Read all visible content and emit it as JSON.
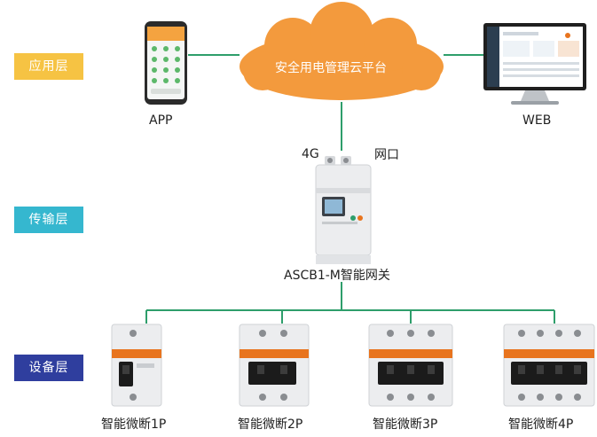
{
  "layers": {
    "application": {
      "label": "应用层",
      "color": "#F6C343"
    },
    "transmission": {
      "label": "传输层",
      "color": "#35B7CF"
    },
    "device": {
      "label": "设备层",
      "color": "#2F3E9E"
    }
  },
  "cloud": {
    "label": "安全用电管理云平台",
    "color": "#F39A3D"
  },
  "clients": {
    "app_label": "APP",
    "web_label": "WEB"
  },
  "gateway": {
    "label_4g": "4G",
    "label_port": "网口",
    "name": "ASCB1-M智能网关"
  },
  "breakers": [
    {
      "label": "智能微断1P",
      "poles": 1
    },
    {
      "label": "智能微断2P",
      "poles": 2
    },
    {
      "label": "智能微断3P",
      "poles": 3
    },
    {
      "label": "智能微断4P",
      "poles": 4
    }
  ],
  "colors": {
    "connector": "#2E9E6B",
    "breaker_handle": "#E8741E",
    "device_body": "#ECEDEF"
  }
}
